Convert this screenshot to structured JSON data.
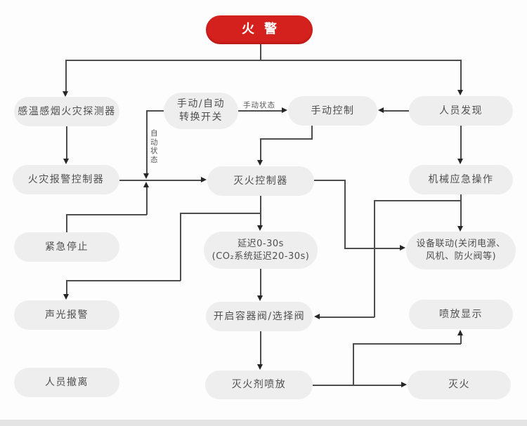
{
  "diagram": {
    "title": "火警",
    "nodes": {
      "fire_alarm": {
        "label": "火警"
      },
      "detector": {
        "label": "感温感烟火灾探测器"
      },
      "switch": {
        "lines": [
          "手动/自动",
          "转换开关"
        ]
      },
      "manual_control": {
        "label": "手动控制"
      },
      "person_found": {
        "label": "人员发现"
      },
      "alarm_controller": {
        "label": "火灾报警控制器"
      },
      "ext_controller": {
        "label": "灭火控制器"
      },
      "mech_emergency": {
        "label": "机械应急操作"
      },
      "emergency_stop": {
        "label": "紧急停止"
      },
      "delay": {
        "lines": [
          "延迟0-30s",
          "(CO₂系统延迟20-30s)"
        ]
      },
      "equipment_linkage": {
        "lines": [
          "设备联动(关闭电源、",
          "风机、防火阀等)"
        ]
      },
      "sound_light_alarm": {
        "label": "声光报警"
      },
      "open_valve": {
        "label": "开启容器阀/选择阀"
      },
      "discharge_display": {
        "label": "喷放显示"
      },
      "evacuation": {
        "label": "人员撤离"
      },
      "agent_discharge": {
        "label": "灭火剂喷放"
      },
      "extinguish": {
        "label": "灭火"
      }
    },
    "edge_labels": {
      "manual_state": "手动状态",
      "auto_state": "自动状态"
    },
    "colors": {
      "alert_red": "#d5211e",
      "node_fill": "#eeeeee",
      "line": "#4d4d4d",
      "text": "#4f4f4f"
    }
  }
}
